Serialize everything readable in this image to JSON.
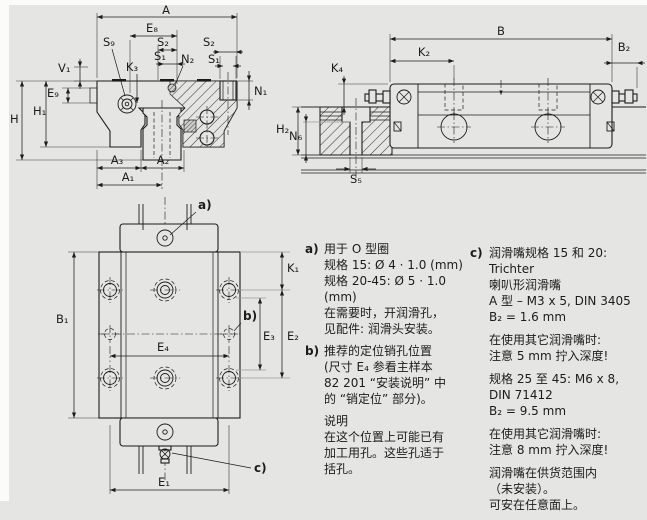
{
  "page": {
    "background": "#e5e5e3",
    "line_color": "#1c1c1c"
  },
  "dims": {
    "A": "A",
    "E8": "E₈",
    "S2": "S₂",
    "S1": "S₁",
    "S9": "S₉",
    "K3": "K₃",
    "N2": "N₂",
    "V1": "V₁",
    "E9": "E₉",
    "H1": "H₁",
    "H": "H",
    "N1": "N₁",
    "A3": "A₃",
    "A2": "A₂",
    "A1": "A₁",
    "B": "B",
    "K2": "K₂",
    "B2": "B₂",
    "K4": "K₄",
    "H2": "H₂",
    "N6": "N₆",
    "S5": "S₅",
    "K1": "K₁",
    "E3": "E₃",
    "E2": "E₂",
    "E4": "E₄",
    "E1": "E₁",
    "B1": "B₁",
    "a": "a)",
    "b": "b)",
    "c": "c)"
  },
  "notes": {
    "col1": [
      {
        "tag": "a)",
        "lines": [
          "用于 O 型圈",
          "规格 15: Ø 4 · 1.0 (mm)",
          "规格 20-45: Ø 5 · 1.0 (mm)",
          "在需要时，开润滑孔，",
          "见配件: 润滑头安装。"
        ]
      },
      {
        "tag": "b)",
        "lines": [
          "推荐的定位销孔位置",
          "(尺寸 E₄ 参看主样本",
          "82 201 “安装说明” 中",
          "的 “销定位” 部分)。"
        ]
      },
      {
        "tag": "",
        "lines": [
          "说明",
          "在这个位置上可能已有",
          "加工用孔。这些孔适于",
          "括孔。"
        ]
      }
    ],
    "col2": [
      {
        "tag": "c)",
        "lines": [
          "润滑嘴规格 15 和 20: Trichter",
          "喇叭形润滑嘴",
          "A 型 – M3 x 5, DIN 3405",
          "B₂ = 1.6 mm"
        ]
      },
      {
        "tag": "",
        "lines": [
          "在使用其它润滑嘴时:",
          "注意 5 mm 拧入深度!"
        ]
      },
      {
        "tag": "",
        "lines": [
          "规格 25 至 45: M6 x 8,",
          "DIN 71412",
          "B₂ = 9.5 mm"
        ]
      },
      {
        "tag": "",
        "lines": [
          "在使用其它润滑嘴时:",
          "注意 8 mm 拧入深度!"
        ]
      },
      {
        "tag": "",
        "lines": [
          "润滑嘴在供货范围内",
          "（未安装）。",
          "可安在任意面上。"
        ]
      }
    ]
  }
}
